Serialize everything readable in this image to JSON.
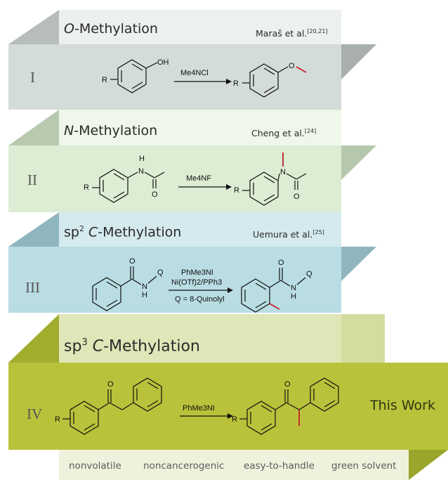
{
  "rows": [
    {
      "numeral": "I",
      "title_prefix": "",
      "title_italic": "O",
      "title_rest": "-Methylation",
      "ref_text": "Maraš et al.",
      "ref_sup": "[20,21]",
      "reactant_labels": [
        "R",
        "OH"
      ],
      "reagent_top": "Me4NCl",
      "product_labels": [
        "R",
        "O"
      ]
    },
    {
      "numeral": "II",
      "title_prefix": "",
      "title_italic": "N",
      "title_rest": "-Methylation",
      "ref_text": "Cheng et al.",
      "ref_sup": "[24]",
      "reactant_labels": [
        "R",
        "H",
        "N",
        "O"
      ],
      "reagent_top": "Me4NF",
      "product_labels": [
        "R",
        "N",
        "O"
      ]
    },
    {
      "numeral": "III",
      "title_prefix": "sp",
      "title_sup": "2",
      "title_italic": "C",
      "title_rest": "-Methylation",
      "ref_text": "Uemura et al.",
      "ref_sup": "[25]",
      "reactant_labels": [
        "O",
        "N",
        "H",
        "Q"
      ],
      "reagent_top": "PhMe3NI",
      "reagent_mid": "Ni(OTf)2/PPh3",
      "reagent_bottom": "Q = 8-Quinolyl",
      "product_labels": [
        "O",
        "N",
        "H",
        "Q"
      ]
    },
    {
      "numeral": "IV",
      "title_prefix": "sp",
      "title_sup": "3",
      "title_italic": "C",
      "title_rest": "-Methylation",
      "reactant_labels": [
        "R",
        "O"
      ],
      "reagent_top": "PhMe3NI",
      "product_labels": [
        "R",
        "O"
      ],
      "badge": "This Work"
    }
  ],
  "features": [
    "nonvolatile",
    "noncancerogenic",
    "easy-to-handle",
    "green solvent"
  ],
  "colors": {
    "row1_face": "#d3dcd8",
    "row2_face": "#dcedd3",
    "row3_face": "#b9dde3",
    "row4_face": "#b9c23a",
    "methyl_red": "#c0202a"
  }
}
